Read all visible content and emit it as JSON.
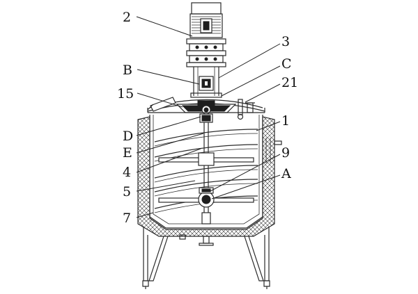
{
  "labels": {
    "l2": "2",
    "l3": "3",
    "lB": "B",
    "lC": "C",
    "l15": "15",
    "l21": "21",
    "l1": "1",
    "lD": "D",
    "lE": "E",
    "l9": "9",
    "l4": "4",
    "lA": "A",
    "l5": "5",
    "l7": "7"
  },
  "colors": {
    "line": "#2a2a2a",
    "fill_dark": "#1e1e1e",
    "background": "#ffffff"
  }
}
